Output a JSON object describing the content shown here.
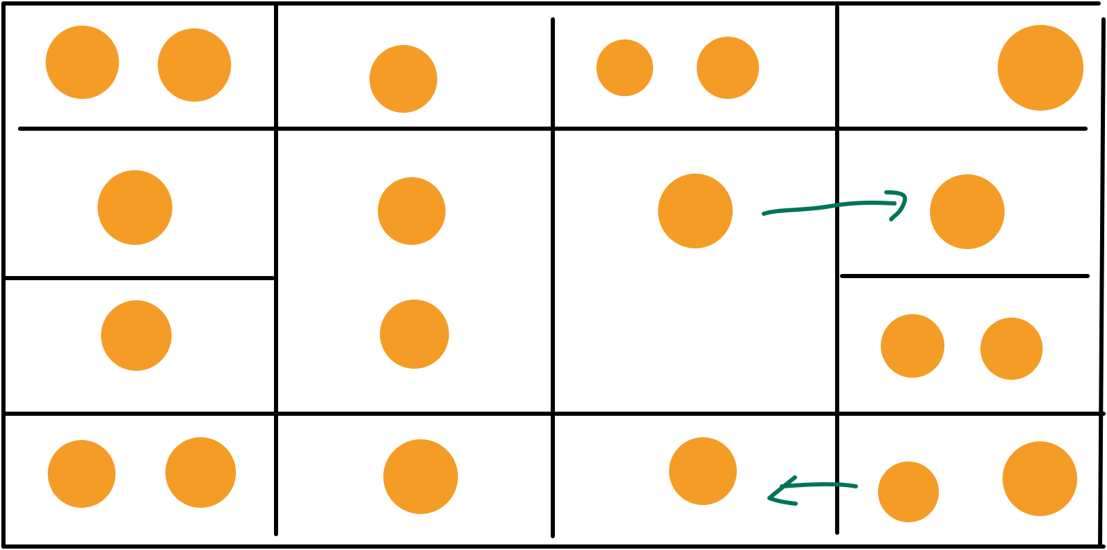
{
  "colors": {
    "background": "#ffffff",
    "line": "#000000",
    "dot": "#f59c27",
    "arrow": "#007459"
  },
  "diagram": {
    "columns": 4,
    "rows": 4,
    "cells": [
      {
        "row": 1,
        "col": 1,
        "dots": 2
      },
      {
        "row": 1,
        "col": 2,
        "dots": 1
      },
      {
        "row": 1,
        "col": 3,
        "dots": 2
      },
      {
        "row": 1,
        "col": 4,
        "dots": 1
      },
      {
        "row": 2,
        "col": 1,
        "dots": 1
      },
      {
        "row": 2,
        "col": 2,
        "dots": 1
      },
      {
        "row": 2,
        "col": 3,
        "dots": 1
      },
      {
        "row": 2,
        "col": 4,
        "dots": 1
      },
      {
        "row": 3,
        "col": 1,
        "dots": 1
      },
      {
        "row": 3,
        "col": 2,
        "dots": 1
      },
      {
        "row": 3,
        "col": 3,
        "dots": 0
      },
      {
        "row": 3,
        "col": 4,
        "dots": 2
      },
      {
        "row": 4,
        "col": 1,
        "dots": 2
      },
      {
        "row": 4,
        "col": 2,
        "dots": 1
      },
      {
        "row": 4,
        "col": 3,
        "dots": 1
      },
      {
        "row": 4,
        "col": 4,
        "dots": 2
      }
    ],
    "arrows": [
      {
        "from": "row-2-col-3",
        "to": "row-2-col-4",
        "direction": "right"
      },
      {
        "from": "row-4-col-4",
        "to": "row-4-col-3",
        "direction": "left"
      }
    ]
  }
}
